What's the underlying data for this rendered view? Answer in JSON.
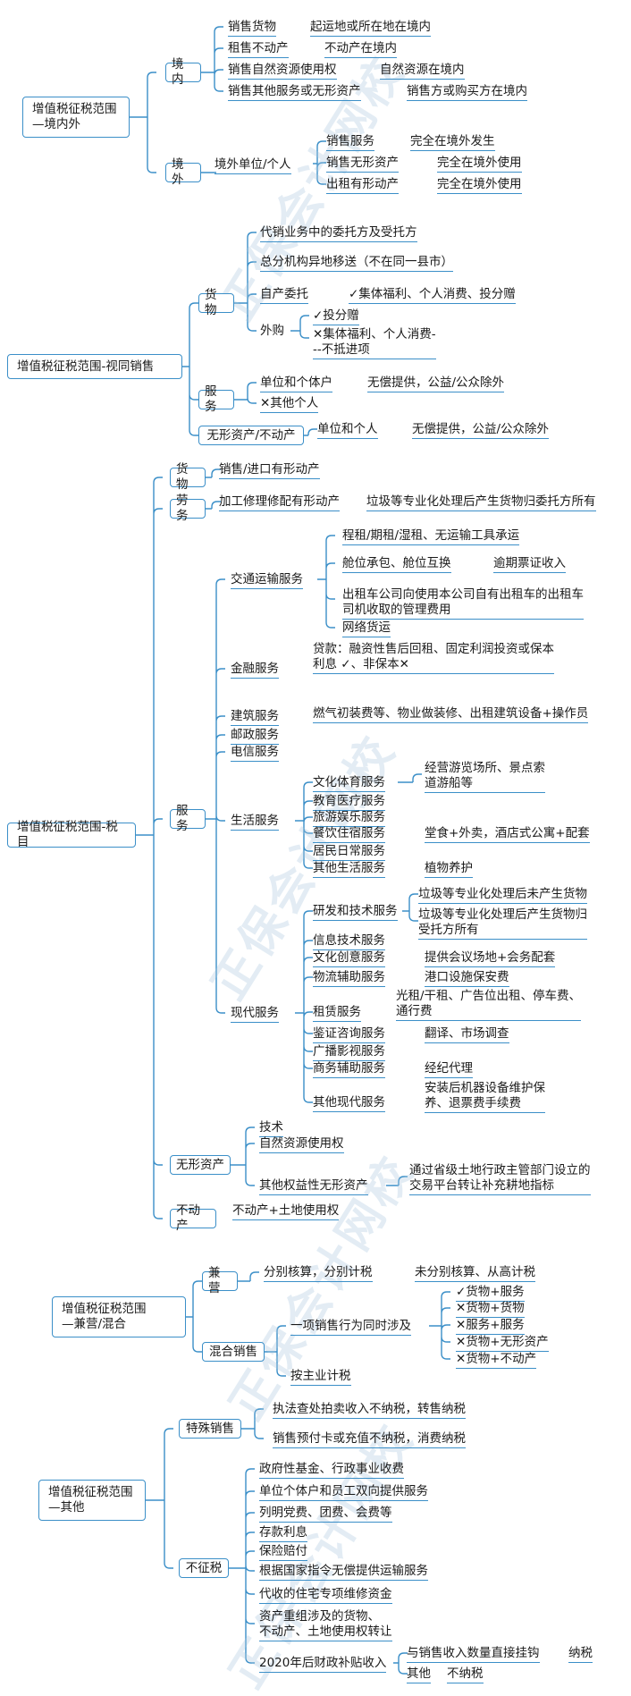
{
  "watermark": "正保会计网校",
  "s1": {
    "root": "增值税征税范围\n—境内外",
    "inner": "境内",
    "outer": "境外",
    "inner_items": [
      {
        "k": "销售货物",
        "v": "起运地或所在地在境内"
      },
      {
        "k": "租售不动产",
        "v": "不动产在境内"
      },
      {
        "k": "销售自然资源使用权",
        "v": "自然资源在境内"
      },
      {
        "k": "销售其他服务或无形资产",
        "v": "销售方或购买方在境内"
      }
    ],
    "outer_mid": "境外单位/个人",
    "outer_items": [
      {
        "k": "销售服务",
        "v": "完全在境外发生"
      },
      {
        "k": "销售无形资产",
        "v": "完全在境外使用"
      },
      {
        "k": "出租有形动产",
        "v": "完全在境外使用"
      }
    ]
  },
  "s2": {
    "root": "增值税征税范围-视同销售",
    "goods": "货物",
    "g1": "代销业务中的委托方及受托方",
    "g2": "总分机构异地移送（不在同一县市）",
    "g3": "自产委托",
    "g3v": "✓集体福利、个人消费、投分赠",
    "g4": "外购",
    "g4a": "✓投分赠",
    "g4b": "✕集体福利、个人消费-\n--不抵进项",
    "service": "服务",
    "sv1": "单位和个体户",
    "sv1v": "无偿提供，公益/公众除外",
    "sv2": "✕其他个人",
    "intangible": "无形资产/不动产",
    "in1": "单位和个人",
    "in1v": "无偿提供，公益/公众除外"
  },
  "s3": {
    "root": "增值税征税范围-税目",
    "goods": "货物",
    "goods_v": "销售/进口有形动产",
    "labor": "劳务",
    "labor_v": "加工修理修配有形动产",
    "labor_v2": "垃圾等专业化处理后产生货物归委托方所有",
    "service": "服务",
    "transport": "交通运输服务",
    "t1": "程租/期租/湿租、无运输工具承运",
    "t2": "舱位承包、舱位互换",
    "t2v": "逾期票证收入",
    "t3": "出租车公司向使用本公司自有出租车的出租车\n司机收取的管理费用",
    "t4": "网络货运",
    "finance": "金融服务",
    "f1": "贷款：融资性售后回租、固定利润投资或保本\n利息 ✓、非保本✕",
    "construction": "建筑服务",
    "c1": "燃气初装费等、物业做装修、出租建筑设备+操作员",
    "postal": "邮政服务",
    "telecom": "电信服务",
    "life": "生活服务",
    "l1": "文化体育服务",
    "l1v": "经营游览场所、景点索\n道游船等",
    "l2": "教育医疗服务",
    "l3": "旅游娱乐服务",
    "l4": "餐饮住宿服务",
    "l4v": "堂食+外卖，酒店式公寓+配套",
    "l5": "居民日常服务",
    "l6": "其他生活服务",
    "l6v": "植物养护",
    "modern": "现代服务",
    "m1": "研发和技术服务",
    "m1a": "垃圾等专业化处理后未产生货物",
    "m1b": "垃圾等专业化处理后产生货物归\n受托方所有",
    "m2": "信息技术服务",
    "m3": "文化创意服务",
    "m3v": "提供会议场地+会务配套",
    "m4": "物流辅助服务",
    "m4v": "港口设施保安费",
    "m5": "租赁服务",
    "m5v": "光租/干租、广告位出租、停车费、\n通行费",
    "m6": "鉴证咨询服务",
    "m6v": "翻译、市场调查",
    "m7": "广播影视服务",
    "m8": "商务辅助服务",
    "m8v": "经纪代理",
    "m9": "其他现代服务",
    "m9v": "安装后机器设备维护保\n养、退票费手续费",
    "intangible": "无形资产",
    "i1": "技术",
    "i2": "自然资源使用权",
    "i3": "其他权益性无形资产",
    "i3v": "通过省级土地行政主管部门设立的\n交易平台转让补充耕地指标",
    "realty": "不动产",
    "realty_v": "不动产+土地使用权"
  },
  "s4": {
    "root": "增值税征税范围\n—兼营/混合",
    "jy": "兼营",
    "jy1": "分别核算，分别计税",
    "jy2": "未分别核算、从高计税",
    "hh": "混合销售",
    "hh1": "一项销售行为同时涉及",
    "hh_items": [
      "✓货物+服务",
      "✕货物+货物",
      "✕服务+服务",
      "✕货物+无形资产",
      "✕货物+不动产"
    ],
    "hh2": "按主业计税"
  },
  "s5": {
    "root": "增值税征税范围\n—其他",
    "special": "特殊销售",
    "sp1": "执法查处拍卖收入不纳税，转售纳税",
    "sp2": "销售预付卡或充值不纳税，消费纳税",
    "non": "不征税",
    "n": [
      "政府性基金、行政事业收费",
      "单位个体户和员工双向提供服务",
      "列明党费、团费、会费等",
      "存款利息",
      "保险赔付",
      "根据国家指令无偿提供运输服务",
      "代收的住宅专项维修资金",
      "资产重组涉及的货物、\n不动产、土地使用权转让",
      "2020年后财政补贴收入"
    ],
    "sub1": "与销售收入数量直接挂钩",
    "sub1v": "纳税",
    "sub2": "其他",
    "sub2v": "不纳税"
  },
  "colors": {
    "line": "#3b8fc8",
    "watermark": "#a9c7de"
  }
}
